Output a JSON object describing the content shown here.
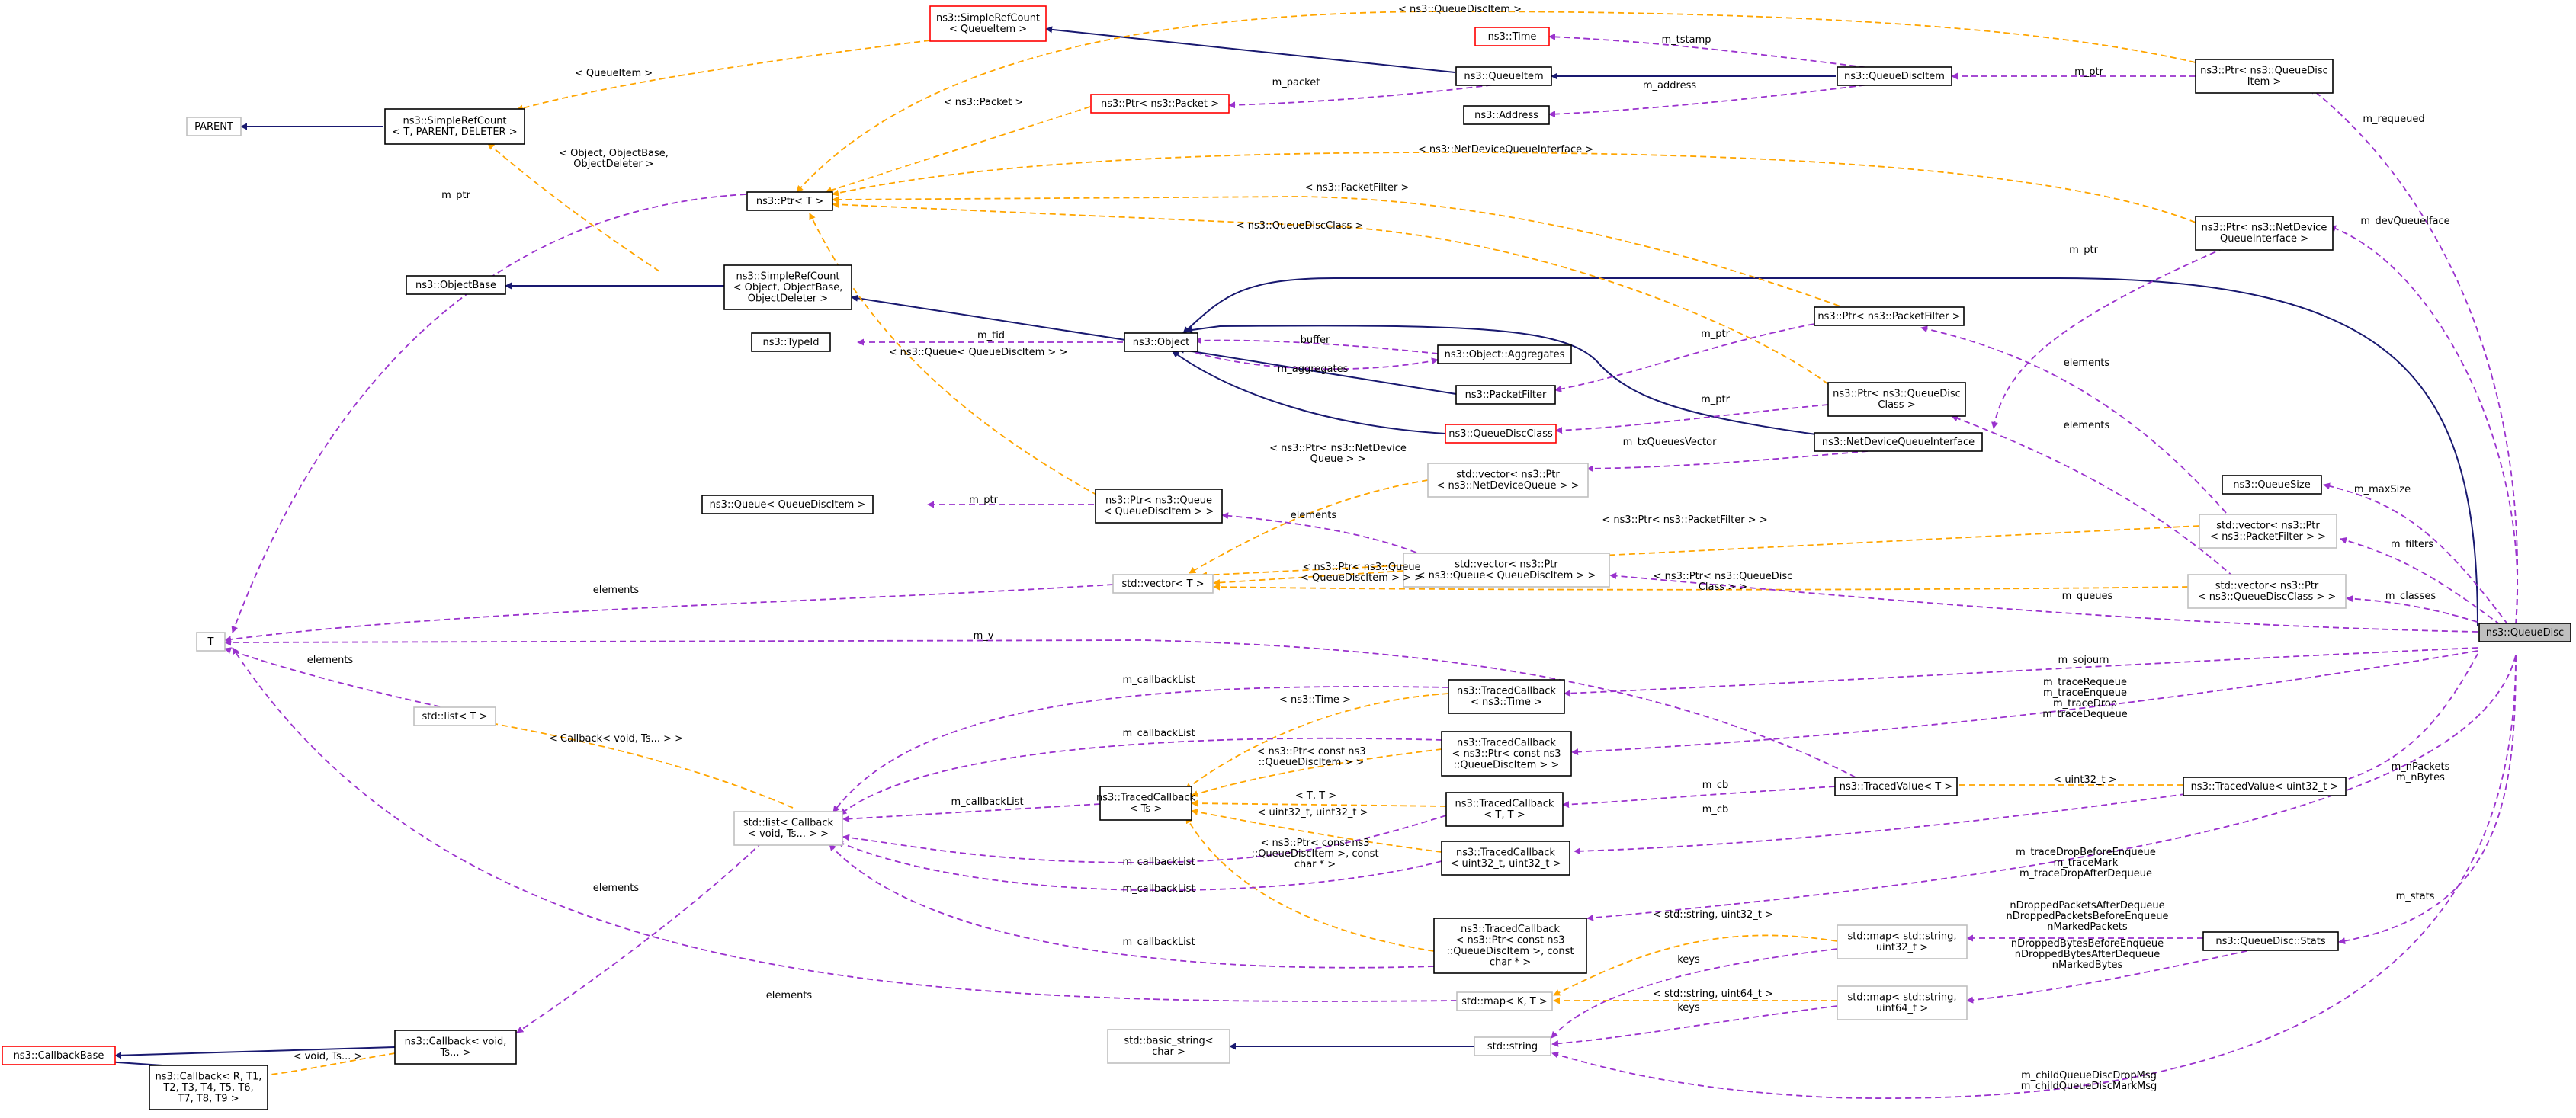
{
  "nodes": [
    {
      "id": "srcqi",
      "lines": [
        "ns3::SimpleRefCount",
        "< QueueItem >"
      ],
      "style": "missing"
    },
    {
      "id": "parent",
      "lines": [
        "PARENT"
      ],
      "style": "undoc"
    },
    {
      "id": "srctpd",
      "lines": [
        "ns3::SimpleRefCount",
        "< T, PARENT, DELETER >"
      ],
      "style": "normal"
    },
    {
      "id": "time",
      "lines": [
        "ns3::Time"
      ],
      "style": "missing"
    },
    {
      "id": "queueitem",
      "lines": [
        "ns3::QueueItem"
      ],
      "style": "normal"
    },
    {
      "id": "qdi",
      "lines": [
        "ns3::QueueDiscItem"
      ],
      "style": "normal"
    },
    {
      "id": "ptrqdi",
      "lines": [
        "ns3::Ptr< ns3::QueueDisc",
        "Item >"
      ],
      "style": "normal"
    },
    {
      "id": "ptrpacket",
      "lines": [
        "ns3::Ptr< ns3::Packet >"
      ],
      "style": "missing"
    },
    {
      "id": "address",
      "lines": [
        "ns3::Address"
      ],
      "style": "normal"
    },
    {
      "id": "ptrT",
      "lines": [
        "ns3::Ptr< T >"
      ],
      "style": "normal"
    },
    {
      "id": "ptrndqi",
      "lines": [
        "ns3::Ptr< ns3::NetDevice",
        "QueueInterface >"
      ],
      "style": "normal"
    },
    {
      "id": "objectbase",
      "lines": [
        "ns3::ObjectBase"
      ],
      "style": "normal"
    },
    {
      "id": "srcobj",
      "lines": [
        "ns3::SimpleRefCount",
        "< Object, ObjectBase,",
        "ObjectDeleter >"
      ],
      "style": "normal"
    },
    {
      "id": "ptrpf",
      "lines": [
        "ns3::Ptr< ns3::PacketFilter >"
      ],
      "style": "normal"
    },
    {
      "id": "typeid",
      "lines": [
        "ns3::TypeId"
      ],
      "style": "normal"
    },
    {
      "id": "object",
      "lines": [
        "ns3::Object"
      ],
      "style": "normal"
    },
    {
      "id": "aggregates",
      "lines": [
        "ns3::Object::Aggregates"
      ],
      "style": "normal"
    },
    {
      "id": "packetfilter",
      "lines": [
        "ns3::PacketFilter"
      ],
      "style": "normal"
    },
    {
      "id": "ptrqdc",
      "lines": [
        "ns3::Ptr< ns3::QueueDisc",
        "Class >"
      ],
      "style": "normal"
    },
    {
      "id": "qdc",
      "lines": [
        "ns3::QueueDiscClass"
      ],
      "style": "missing"
    },
    {
      "id": "ndqi",
      "lines": [
        "ns3::NetDeviceQueueInterface"
      ],
      "style": "normal"
    },
    {
      "id": "vecndq",
      "lines": [
        "std::vector< ns3::Ptr",
        "< ns3::NetDeviceQueue > >"
      ],
      "style": "undoc"
    },
    {
      "id": "queuesize",
      "lines": [
        "ns3::QueueSize"
      ],
      "style": "normal"
    },
    {
      "id": "queueqdi",
      "lines": [
        "ns3::Queue< QueueDiscItem >"
      ],
      "style": "normal"
    },
    {
      "id": "ptrqueue",
      "lines": [
        "ns3::Ptr< ns3::Queue",
        "< QueueDiscItem > >"
      ],
      "style": "normal"
    },
    {
      "id": "vecpf",
      "lines": [
        "std::vector< ns3::Ptr",
        "< ns3::PacketFilter > >"
      ],
      "style": "undoc"
    },
    {
      "id": "vecqueue",
      "lines": [
        "std::vector< ns3::Ptr",
        "< ns3::Queue< QueueDiscItem > >"
      ],
      "style": "undoc"
    },
    {
      "id": "vecT",
      "lines": [
        "std::vector< T >"
      ],
      "style": "undoc"
    },
    {
      "id": "vecqdc",
      "lines": [
        "std::vector< ns3::Ptr",
        "< ns3::QueueDiscClass > >"
      ],
      "style": "undoc"
    },
    {
      "id": "T",
      "lines": [
        "T"
      ],
      "style": "undoc"
    },
    {
      "id": "queuedisc",
      "lines": [
        "ns3::QueueDisc"
      ],
      "style": "focus"
    },
    {
      "id": "tctime",
      "lines": [
        "ns3::TracedCallback",
        "< ns3::Time >"
      ],
      "style": "normal"
    },
    {
      "id": "listT",
      "lines": [
        "std::list< T >"
      ],
      "style": "undoc"
    },
    {
      "id": "tcptr",
      "lines": [
        "ns3::TracedCallback",
        "< ns3::Ptr< const ns3",
        "::QueueDiscItem > >"
      ],
      "style": "normal"
    },
    {
      "id": "tcts",
      "lines": [
        "ns3::TracedCallback",
        "< Ts >"
      ],
      "style": "normal"
    },
    {
      "id": "tvT",
      "lines": [
        "ns3::TracedValue< T >"
      ],
      "style": "normal"
    },
    {
      "id": "tvuint",
      "lines": [
        "ns3::TracedValue< uint32_t >"
      ],
      "style": "normal"
    },
    {
      "id": "listcb",
      "lines": [
        "std::list< Callback",
        "< void, Ts... > >"
      ],
      "style": "undoc"
    },
    {
      "id": "tcTT",
      "lines": [
        "ns3::TracedCallback",
        "< T, T >"
      ],
      "style": "normal"
    },
    {
      "id": "tcuint",
      "lines": [
        "ns3::TracedCallback",
        "< uint32_t, uint32_t >"
      ],
      "style": "normal"
    },
    {
      "id": "tcptrchar",
      "lines": [
        "ns3::TracedCallback",
        "< ns3::Ptr< const ns3",
        "::QueueDiscItem >, const",
        "char * >"
      ],
      "style": "normal"
    },
    {
      "id": "mapuint32",
      "lines": [
        "std::map< std::string,",
        "uint32_t >"
      ],
      "style": "undoc"
    },
    {
      "id": "stats",
      "lines": [
        "ns3::QueueDisc::Stats"
      ],
      "style": "normal"
    },
    {
      "id": "mapKT",
      "lines": [
        "std::map< K, T >"
      ],
      "style": "undoc"
    },
    {
      "id": "mapuint64",
      "lines": [
        "std::map< std::string,",
        "uint64_t >"
      ],
      "style": "undoc"
    },
    {
      "id": "callbackbase",
      "lines": [
        "ns3::CallbackBase"
      ],
      "style": "missing"
    },
    {
      "id": "cbvoid",
      "lines": [
        "ns3::Callback< void,",
        "Ts... >"
      ],
      "style": "normal"
    },
    {
      "id": "basicstr",
      "lines": [
        "std::basic_string<",
        "char >"
      ],
      "style": "undoc"
    },
    {
      "id": "string",
      "lines": [
        "std::string"
      ],
      "style": "undoc"
    },
    {
      "id": "cbR",
      "lines": [
        "ns3::Callback< R, T1,",
        "T2, T3, T4, T5, T6,",
        "T7, T8, T9 >"
      ],
      "style": "normal"
    }
  ],
  "edge_labels": [
    {
      "id": "l-qdi-top",
      "lines": [
        "< ns3::QueueDiscItem >"
      ]
    },
    {
      "id": "l-queueitem",
      "lines": [
        "< QueueItem >"
      ]
    },
    {
      "id": "l-tstamp",
      "lines": [
        "m_tstamp"
      ]
    },
    {
      "id": "l-mptr-qdi",
      "lines": [
        "m_ptr"
      ]
    },
    {
      "id": "l-mpacket",
      "lines": [
        "m_packet"
      ]
    },
    {
      "id": "l-address",
      "lines": [
        "m_address"
      ]
    },
    {
      "id": "l-packet",
      "lines": [
        "< ns3::Packet >"
      ]
    },
    {
      "id": "l-objdel",
      "lines": [
        "< Object, ObjectBase,",
        "ObjectDeleter >"
      ]
    },
    {
      "id": "l-mptr-left",
      "lines": [
        "m_ptr"
      ]
    },
    {
      "id": "l-ndqi",
      "lines": [
        "< ns3::NetDeviceQueueInterface >"
      ]
    },
    {
      "id": "l-pf",
      "lines": [
        "< ns3::PacketFilter >"
      ]
    },
    {
      "id": "l-qdc",
      "lines": [
        "< ns3::QueueDiscClass >"
      ]
    },
    {
      "id": "l-mptr-ndqi",
      "lines": [
        "m_ptr"
      ]
    },
    {
      "id": "l-requeued",
      "lines": [
        "m_requeued"
      ]
    },
    {
      "id": "l-devqi",
      "lines": [
        "m_devQueueIface"
      ]
    },
    {
      "id": "l-tid",
      "lines": [
        "m_tid"
      ]
    },
    {
      "id": "l-buffer",
      "lines": [
        "buffer"
      ]
    },
    {
      "id": "l-queueqdi",
      "lines": [
        "< ns3::Queue< QueueDiscItem > >"
      ]
    },
    {
      "id": "l-aggregates",
      "lines": [
        "m_aggregates"
      ]
    },
    {
      "id": "l-mptr-pf",
      "lines": [
        "m_ptr"
      ]
    },
    {
      "id": "l-elements-pf",
      "lines": [
        "elements"
      ]
    },
    {
      "id": "l-mptr-qdc",
      "lines": [
        "m_ptr"
      ]
    },
    {
      "id": "l-elements-qdc",
      "lines": [
        "elements"
      ]
    },
    {
      "id": "l-txq",
      "lines": [
        "m_txQueuesVector"
      ]
    },
    {
      "id": "l-ptrndq",
      "lines": [
        "< ns3::Ptr< ns3::NetDevice",
        "Queue > >"
      ]
    },
    {
      "id": "l-mptr-queue",
      "lines": [
        "m_ptr"
      ]
    },
    {
      "id": "l-elements-queue",
      "lines": [
        "elements"
      ]
    },
    {
      "id": "l-ptrpf-t",
      "lines": [
        "< ns3::Ptr< ns3::PacketFilter > >"
      ]
    },
    {
      "id": "l-maxsize",
      "lines": [
        "m_maxSize"
      ]
    },
    {
      "id": "l-filters",
      "lines": [
        "m_filters"
      ]
    },
    {
      "id": "l-ptrqueue-t",
      "lines": [
        "< ns3::Ptr< ns3::Queue",
        "< QueueDiscItem > > >"
      ]
    },
    {
      "id": "l-ptrqdc-t",
      "lines": [
        "< ns3::Ptr< ns3::QueueDisc",
        "Class > >"
      ]
    },
    {
      "id": "l-classes",
      "lines": [
        "m_classes"
      ]
    },
    {
      "id": "l-elements-vecT",
      "lines": [
        "elements"
      ]
    },
    {
      "id": "l-queues",
      "lines": [
        "m_queues"
      ]
    },
    {
      "id": "l-mv",
      "lines": [
        "m_v"
      ]
    },
    {
      "id": "l-elements-list",
      "lines": [
        "elements"
      ]
    },
    {
      "id": "l-sojourn",
      "lines": [
        "m_sojourn"
      ]
    },
    {
      "id": "l-cblist1",
      "lines": [
        "m_callbackList"
      ]
    },
    {
      "id": "l-time-t",
      "lines": [
        "< ns3::Time >"
      ]
    },
    {
      "id": "l-trace4",
      "lines": [
        "m_traceRequeue",
        "m_traceEnqueue",
        "m_traceDrop",
        "m_traceDequeue"
      ]
    },
    {
      "id": "l-cblist2",
      "lines": [
        "m_callbackList"
      ]
    },
    {
      "id": "l-ptrqdi-t",
      "lines": [
        "< ns3::Ptr< const ns3",
        "::QueueDiscItem > >"
      ]
    },
    {
      "id": "l-callback-t",
      "lines": [
        "< Callback< void, Ts... > >"
      ]
    },
    {
      "id": "l-cblist3",
      "lines": [
        "m_callbackList"
      ]
    },
    {
      "id": "l-TT",
      "lines": [
        "< T, T >"
      ]
    },
    {
      "id": "l-mcb1",
      "lines": [
        "m_cb"
      ]
    },
    {
      "id": "l-uint32-t",
      "lines": [
        "< uint32_t >"
      ]
    },
    {
      "id": "l-npackets",
      "lines": [
        "m_nPackets",
        "m_nBytes"
      ]
    },
    {
      "id": "l-uu",
      "lines": [
        "< uint32_t, uint32_t >"
      ]
    },
    {
      "id": "l-mcb2",
      "lines": [
        "m_cb"
      ]
    },
    {
      "id": "l-ptrchar-t",
      "lines": [
        "< ns3::Ptr< const ns3",
        "::QueueDiscItem >, const",
        "char * >"
      ]
    },
    {
      "id": "l-cblist4",
      "lines": [
        "m_callbackList"
      ]
    },
    {
      "id": "l-cblist5",
      "lines": [
        "m_callbackList"
      ]
    },
    {
      "id": "l-elements-cb",
      "lines": [
        "elements"
      ]
    },
    {
      "id": "l-tracedrop",
      "lines": [
        "m_traceDropBeforeEnqueue",
        "m_traceMark",
        "m_traceDropAfterDequeue"
      ]
    },
    {
      "id": "l-strui32",
      "lines": [
        "< std::string, uint32_t >"
      ]
    },
    {
      "id": "l-ndropped",
      "lines": [
        "nDroppedPacketsAfterDequeue",
        "nDroppedPacketsBeforeEnqueue",
        "nMarkedPackets"
      ]
    },
    {
      "id": "l-mstats",
      "lines": [
        "m_stats"
      ]
    },
    {
      "id": "l-keys1",
      "lines": [
        "keys"
      ]
    },
    {
      "id": "l-cblist6",
      "lines": [
        "m_callbackList"
      ]
    },
    {
      "id": "l-ndroppedbytes",
      "lines": [
        "nDroppedBytesBeforeEnqueue",
        "nDroppedBytesAfterDequeue",
        "nMarkedBytes"
      ]
    },
    {
      "id": "l-elements-map",
      "lines": [
        "elements"
      ]
    },
    {
      "id": "l-strui64",
      "lines": [
        "< std::string, uint64_t >"
      ]
    },
    {
      "id": "l-keys2",
      "lines": [
        "keys"
      ]
    },
    {
      "id": "l-voidts",
      "lines": [
        "< void, Ts... >"
      ]
    },
    {
      "id": "l-childmsg",
      "lines": [
        "m_childQueueDiscDropMsg",
        "m_childQueueDiscMarkMsg"
      ]
    }
  ],
  "colors": {
    "inheritance": "#191970",
    "usage": "#9a32cd",
    "template": "#ffa500",
    "missing_border": "#ff0000",
    "undocumented_border": "#bfbfbf",
    "focus_fill": "#bfbfbf"
  }
}
